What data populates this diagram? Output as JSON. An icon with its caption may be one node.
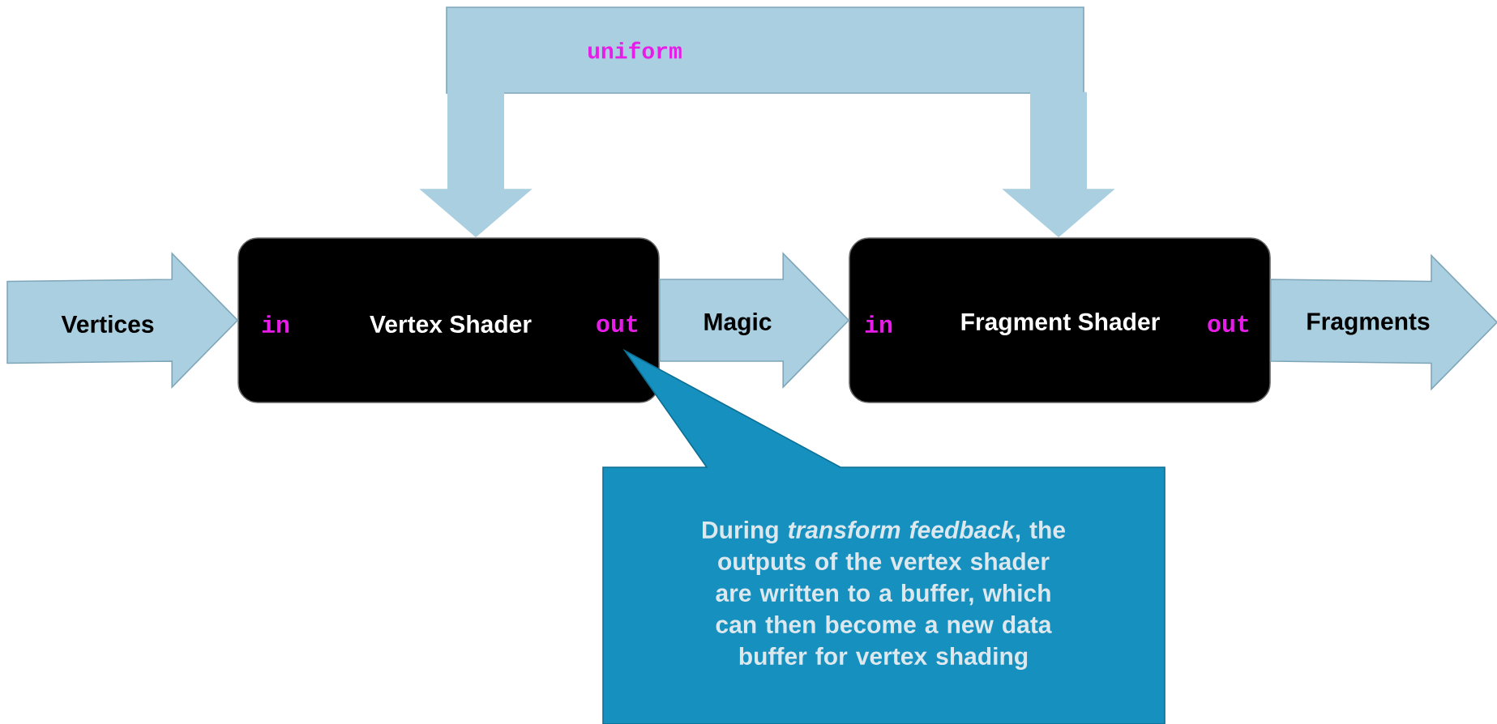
{
  "diagram": {
    "nodes": [
      {
        "text": [
          "uniform"
        ]
      },
      {
        "text": [
          "in",
          "Vertex Shader",
          "out"
        ]
      },
      {
        "text": [
          "in",
          "Fragment Shader",
          "out"
        ]
      },
      {
        "text": [
          "During *transform feedback*, the outputs of the vertex shader are written to a buffer, which can then become a new data buffer for vertex shading"
        ]
      }
    ],
    "edges": [
      {
        "from": 0,
        "to": 1,
        "arrow": "to"
      },
      {
        "from": 0,
        "to": 2,
        "arrow": "to"
      },
      {
        "from": null,
        "to": 1,
        "arrow": "to",
        "label": "Vertices"
      },
      {
        "from": 1,
        "to": 2,
        "arrow": "to",
        "label": "Magic"
      },
      {
        "from": 2,
        "to": null,
        "arrow": "to",
        "label": "Fragments"
      }
    ]
  }
}
